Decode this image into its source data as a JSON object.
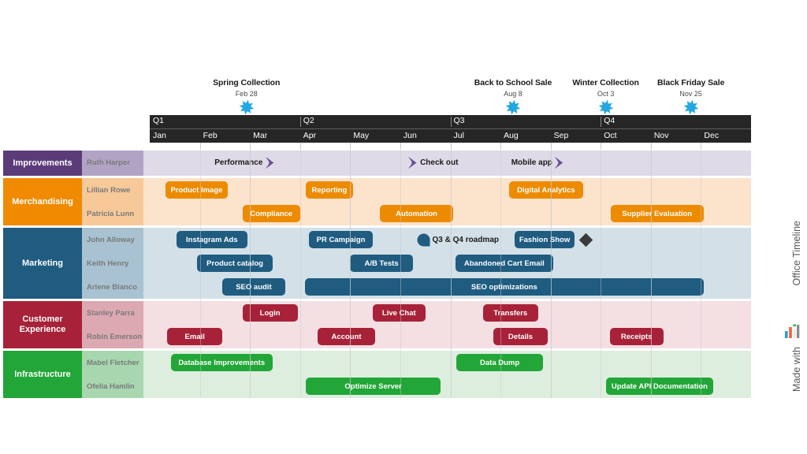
{
  "timeline": {
    "start_month": 0,
    "months": [
      "Jan",
      "Feb",
      "Mar",
      "Apr",
      "May",
      "Jun",
      "Jul",
      "Aug",
      "Sep",
      "Oct",
      "Nov",
      "Dec"
    ],
    "quarters": [
      "Q1",
      "Q2",
      "Q3",
      "Q4"
    ],
    "header_bg": "#262626",
    "header_text": "#ffffff"
  },
  "milestones": [
    {
      "title": "Spring Collection",
      "date": "Feb 28",
      "month_pos": 1.93,
      "color": "#22A7E0"
    },
    {
      "title": "Back to School Sale",
      "date": "Aug 8",
      "month_pos": 7.25,
      "color": "#22A7E0"
    },
    {
      "title": "Winter Collection",
      "date": "Oct 3",
      "month_pos": 9.1,
      "color": "#22A7E0"
    },
    {
      "title": "Black Friday Sale",
      "date": "Nov 25",
      "month_pos": 10.8,
      "color": "#22A7E0"
    }
  ],
  "lanes": [
    {
      "name": "Improvements",
      "header_color": "#5B3C79",
      "band_color": "#DEDAE8",
      "name_band_color": "#B1A3C4",
      "bar_color": "#6A4C93",
      "rows": [
        {
          "resource": "Ruth Harper",
          "markers": [
            {
              "label": "Performance",
              "month_pos": 2.35,
              "shape": "chevron-right",
              "label_side": "left"
            },
            {
              "label": "Check out",
              "month_pos": 5.27,
              "shape": "chevron-right",
              "label_side": "right"
            },
            {
              "label": "Mobile app",
              "month_pos": 8.13,
              "shape": "chevron-right",
              "label_side": "left"
            }
          ],
          "bars": []
        }
      ]
    },
    {
      "name": "Merchandising",
      "header_color": "#F08A00",
      "band_color": "#FBE3CC",
      "name_band_color": "#F7C999",
      "bar_color": "#ED8B00",
      "rows": [
        {
          "resource": "Lillian Rowe",
          "bars": [
            {
              "label": "Product Image",
              "start": 0.32,
              "end": 1.55
            },
            {
              "label": "Reporting",
              "start": 3.12,
              "end": 4.05
            },
            {
              "label": "Digital Analytics",
              "start": 7.17,
              "end": 8.65
            }
          ],
          "markers": []
        },
        {
          "resource": "Patricia Lunn",
          "bars": [
            {
              "label": "Compliance",
              "start": 1.85,
              "end": 3.0
            },
            {
              "label": "Automation",
              "start": 4.6,
              "end": 6.05
            },
            {
              "label": "Supplier Evaluation",
              "start": 9.2,
              "end": 11.05
            }
          ],
          "markers": []
        }
      ]
    },
    {
      "name": "Marketing",
      "header_color": "#1F5C80",
      "band_color": "#D3E0E8",
      "name_band_color": "#A8C2D1",
      "bar_color": "#1F5C80",
      "rows": [
        {
          "resource": "John Alloway",
          "bars": [
            {
              "label": "Instagram Ads",
              "start": 0.53,
              "end": 1.95
            },
            {
              "label": "PR Campaign",
              "start": 3.18,
              "end": 4.45
            },
            {
              "label": "Fashion Show",
              "start": 7.28,
              "end": 8.48
            }
          ],
          "markers": [
            {
              "label": "Q3 & Q4 roadmap",
              "month_pos": 5.45,
              "shape": "circle",
              "label_side": "right"
            },
            {
              "label": "",
              "month_pos": 8.7,
              "shape": "diamond",
              "color": "#3B3B3B"
            }
          ]
        },
        {
          "resource": "Keith Henry",
          "bars": [
            {
              "label": "Product catalog",
              "start": 0.95,
              "end": 2.45
            },
            {
              "label": "A/B Tests",
              "start": 4.0,
              "end": 5.25
            },
            {
              "label": "Abandoned Cart Email",
              "start": 6.1,
              "end": 8.05
            }
          ],
          "markers": []
        },
        {
          "resource": "Arlene Blanco",
          "bars": [
            {
              "label": "SEO audit",
              "start": 1.45,
              "end": 2.7
            },
            {
              "label": "SEO optimizations",
              "start": 3.1,
              "end": 11.05
            }
          ],
          "markers": []
        }
      ]
    },
    {
      "name": "Customer Experience",
      "header_color": "#A72238",
      "band_color": "#F4DFE3",
      "name_band_color": "#DCA8B2",
      "bar_color": "#A72238",
      "rows": [
        {
          "resource": "Stanley Parra",
          "bars": [
            {
              "label": "Login",
              "start": 1.85,
              "end": 2.95
            },
            {
              "label": "Live Chat",
              "start": 4.45,
              "end": 5.5
            },
            {
              "label": "Transfers",
              "start": 6.65,
              "end": 7.75
            }
          ],
          "markers": []
        },
        {
          "resource": "Robin Emerson",
          "bars": [
            {
              "label": "Email",
              "start": 0.35,
              "end": 1.45
            },
            {
              "label": "Account",
              "start": 3.35,
              "end": 4.5
            },
            {
              "label": "Details",
              "start": 6.85,
              "end": 7.95
            },
            {
              "label": "Receipts",
              "start": 9.18,
              "end": 10.25
            }
          ],
          "markers": []
        }
      ]
    },
    {
      "name": "Infrastructure",
      "header_color": "#22A638",
      "band_color": "#DDEEDF",
      "name_band_color": "#A8D7AF",
      "bar_color": "#22A638",
      "rows": [
        {
          "resource": "Mabel Fletcher",
          "bars": [
            {
              "label": "Database Improvements",
              "start": 0.42,
              "end": 2.45
            },
            {
              "label": "Data Dump",
              "start": 6.12,
              "end": 7.85
            }
          ],
          "markers": []
        },
        {
          "resource": "Ofelia Hamlin",
          "bars": [
            {
              "label": "Optimize Server",
              "start": 3.12,
              "end": 5.8
            },
            {
              "label": "Update API Documentation",
              "start": 9.1,
              "end": 11.25
            }
          ],
          "markers": []
        }
      ]
    }
  ],
  "branding": {
    "product": "Office Timeline",
    "made_with": "Made with",
    "logo_name": "office-timeline-logo"
  }
}
